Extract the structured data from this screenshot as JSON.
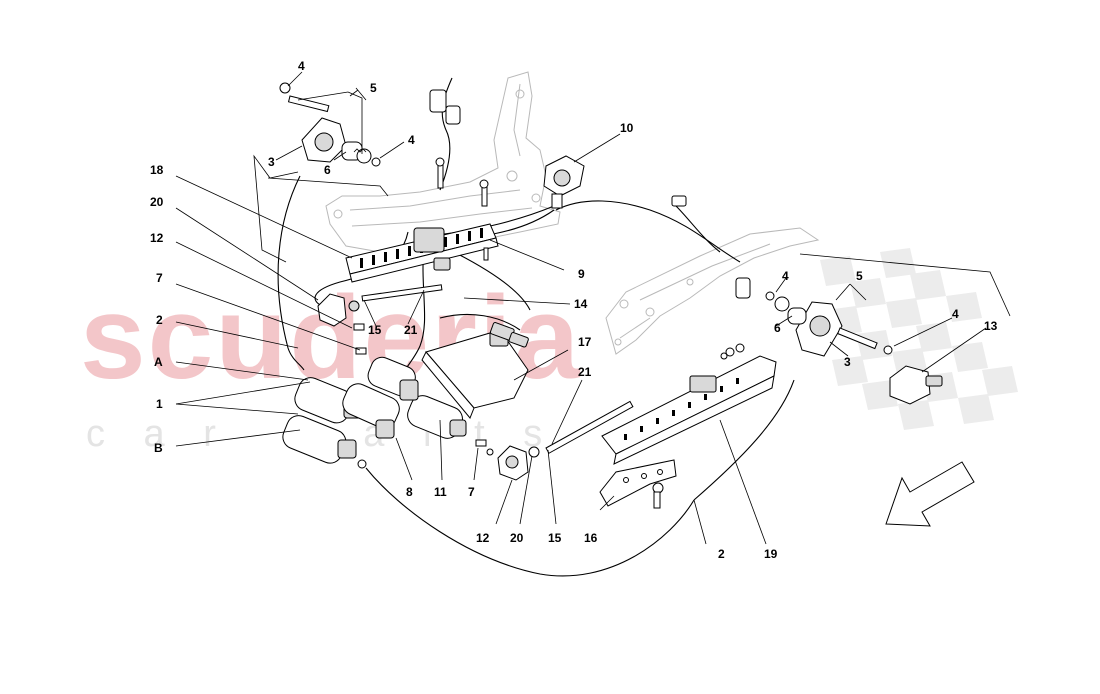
{
  "watermark": {
    "brand": "scuderia",
    "sub": "c a r   p a r t s"
  },
  "callouts": {
    "n1": "1",
    "n2a": "2",
    "n2b": "2",
    "n3a": "3",
    "n3b": "3",
    "n4a": "4",
    "n4b": "4",
    "n4c": "4",
    "n4d": "4",
    "n5a": "5",
    "n5b": "5",
    "n6a": "6",
    "n6b": "6",
    "n7a": "7",
    "n7b": "7",
    "n8": "8",
    "n9": "9",
    "n10": "10",
    "n11": "11",
    "n12a": "12",
    "n12b": "12",
    "n13": "13",
    "n14": "14",
    "n15a": "15",
    "n15b": "15",
    "n16": "16",
    "n17": "17",
    "n18": "18",
    "n19": "19",
    "n20a": "20",
    "n20b": "20",
    "n21a": "21",
    "n21b": "21",
    "nA": "A",
    "nB": "B"
  },
  "colors": {
    "watermark_red": "#f3c6c9",
    "watermark_grey": "#e4e4e4",
    "line": "#000000"
  }
}
